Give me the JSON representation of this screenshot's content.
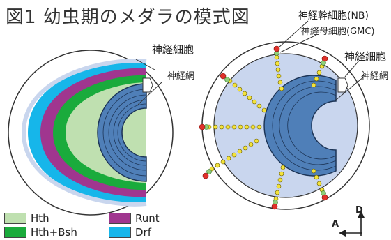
{
  "title": "図1 幼虫期のメダラの模式図",
  "labels": {
    "left_neuron": "神経細胞",
    "left_neuropil": "神経網",
    "nb": "神経幹細胞(NB)",
    "gmc": "神経母細胞(GMC)",
    "right_neuron": "神経細胞",
    "right_neuropil": "神経網"
  },
  "axes": {
    "d": "D",
    "a": "A"
  },
  "legend": [
    {
      "label": "Hth",
      "color": "#bfe0b0"
    },
    {
      "label": "Hth+Bsh",
      "color": "#1aab3c"
    },
    {
      "label": "Runt",
      "color": "#a0368f"
    },
    {
      "label": "Drf",
      "color": "#16b6ea"
    }
  ],
  "colors": {
    "neuropil": "#4f7fb8",
    "background_tissue": "#c9d6ee",
    "nb_cell": "#e0312a",
    "gmc_cell": "#8fcf7a",
    "neuron_dot": "#f3e23a"
  }
}
